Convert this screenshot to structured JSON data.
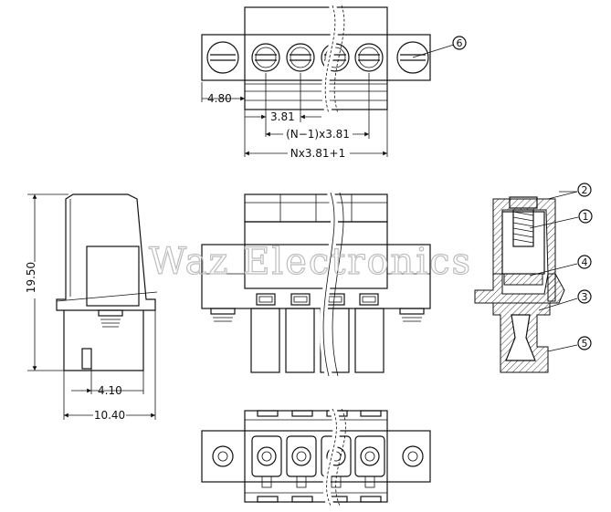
{
  "watermark": "Waz Electronics",
  "dimensions": {
    "d480": "4.80",
    "d381": "3.81",
    "pitch": "(N−1)x3.81",
    "total": "Nx3.81+1",
    "height": "19.50",
    "d410": "4.10",
    "d1040": "10.40"
  },
  "callouts": [
    "1",
    "2",
    "3",
    "4",
    "5",
    "6"
  ],
  "colors": {
    "line": "#111111",
    "watermark": "#bdbdbd",
    "background": "#ffffff"
  }
}
